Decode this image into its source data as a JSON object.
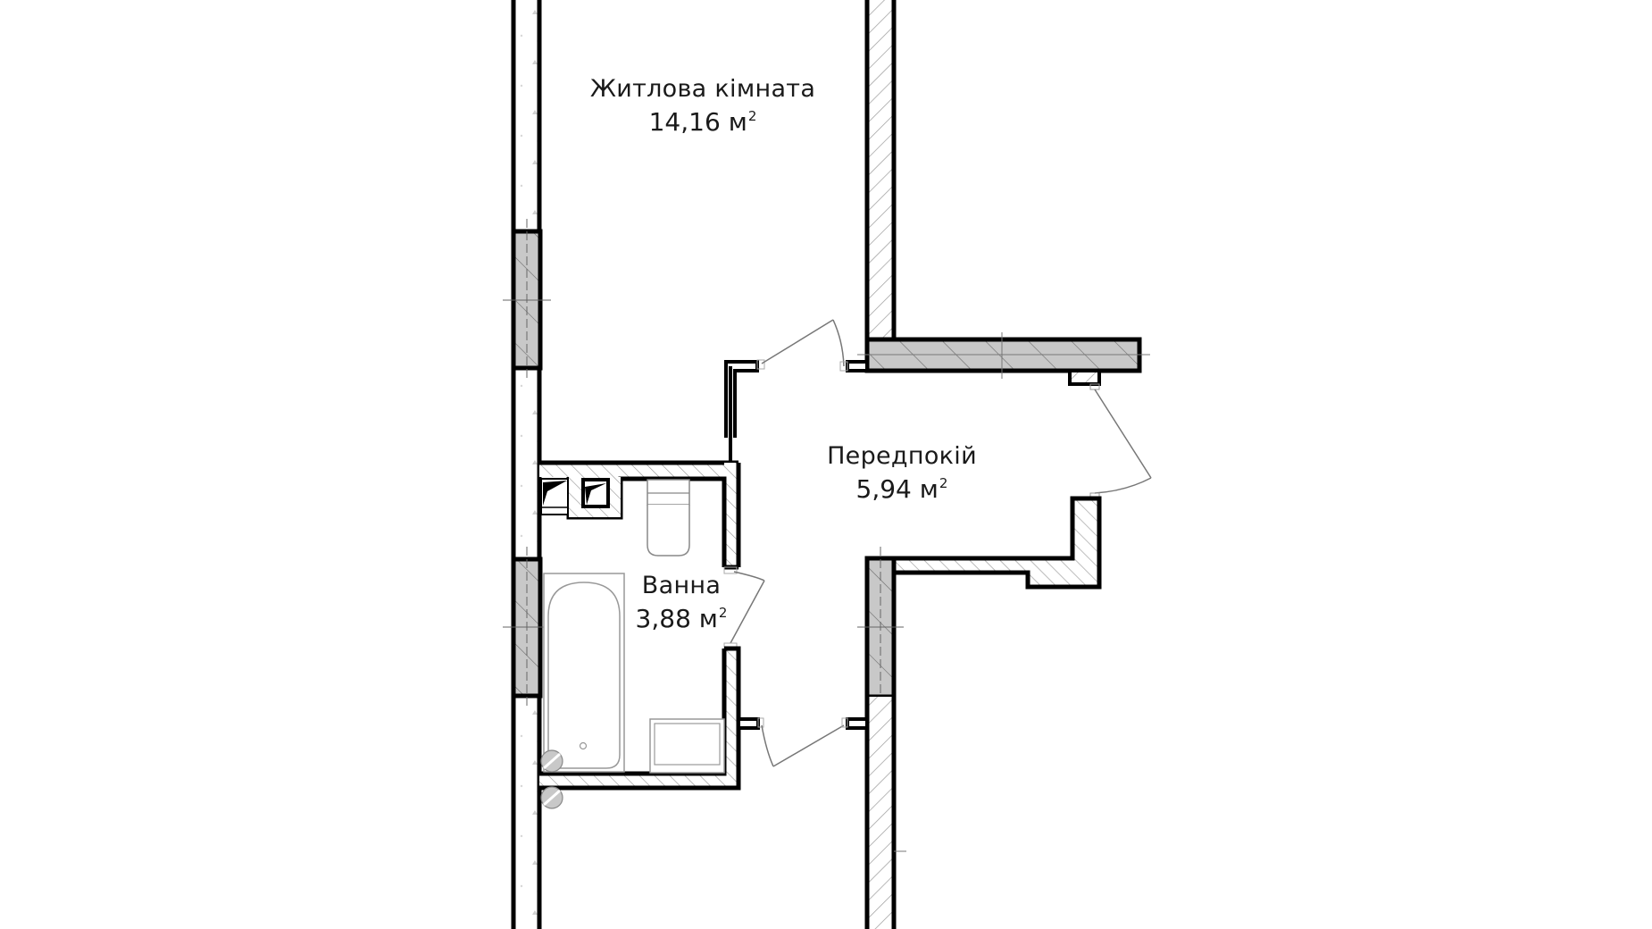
{
  "plan": {
    "type": "apartment floor plan",
    "background_color": "#ffffff",
    "wall_color": "#000000",
    "bearing_wall_fill": "#c8c8c8",
    "unit": "м",
    "rooms": [
      {
        "id": "living-room",
        "name": "Житлова кімната",
        "area_value": "14,16",
        "area_unit": "м",
        "area_sup": "2"
      },
      {
        "id": "hallway",
        "name": "Передпокій",
        "area_value": "5,94",
        "area_unit": "м",
        "area_sup": "2"
      },
      {
        "id": "bathroom",
        "name": "Ванна",
        "area_value": "3,88",
        "area_unit": "м",
        "area_sup": "2"
      }
    ],
    "fixtures": [
      "bathtub",
      "toilet",
      "sink",
      "ventilation-shafts",
      "pipe-risers"
    ],
    "doors": [
      "living-room-door",
      "entrance-door",
      "bathroom-door",
      "lower-room-door"
    ]
  }
}
